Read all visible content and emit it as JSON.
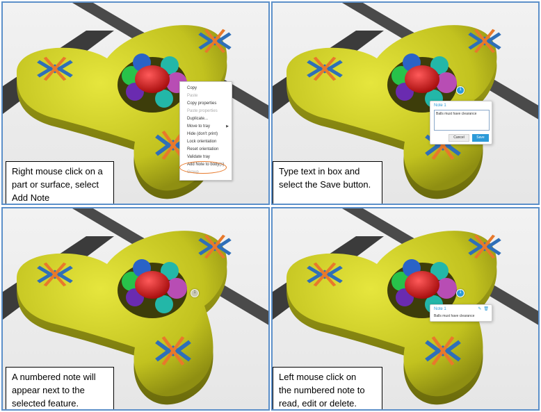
{
  "panels": [
    {
      "caption": [
        "Right mouse click on a",
        "part or surface, select",
        "Add Note"
      ],
      "context_menu": {
        "items": [
          {
            "label": "Copy",
            "enabled": true
          },
          {
            "label": "Paste",
            "enabled": false
          },
          {
            "label": "Copy properties",
            "enabled": true
          },
          {
            "label": "Paste properties",
            "enabled": false
          },
          {
            "label": "Duplicate...",
            "enabled": true
          },
          {
            "label": "Move to tray",
            "enabled": true
          },
          {
            "label": "Hide (don't print)",
            "enabled": true
          },
          {
            "label": "Lock orientation",
            "enabled": true
          },
          {
            "label": "Reset orientation",
            "enabled": true
          },
          {
            "label": "Validate tray",
            "enabled": true
          },
          {
            "label": "Add Note to body(s)",
            "enabled": true
          },
          {
            "label": "Group",
            "enabled": false
          }
        ]
      }
    },
    {
      "caption": [
        "Type text in box and",
        "select the Save button."
      ],
      "note_editor": {
        "title": "Note 1",
        "text": "Balls must have clearance",
        "cancel_label": "Cancel",
        "save_label": "Save",
        "marker": "1"
      }
    },
    {
      "caption": [
        "A numbered note will",
        "appear next to the",
        "selected feature."
      ],
      "marker": "1"
    },
    {
      "caption": [
        "Left mouse click on",
        "the numbered note to",
        "read, edit or delete."
      ],
      "note_view": {
        "title": "Note 1",
        "text": "Balls must have clearance",
        "marker": "1"
      }
    }
  ],
  "colors": {
    "border": "#5b8fc9",
    "spinner_body": "#c9c92a",
    "blue_logo": "#2f6fb8",
    "orange_logo": "#e8792b",
    "accent": "#2c9ad8",
    "highlight_ring": "#e87b2d"
  },
  "icons": {
    "ctx_submenu": "chevron-right-icon",
    "note_edit": "edit-icon",
    "note_delete": "delete-icon"
  }
}
